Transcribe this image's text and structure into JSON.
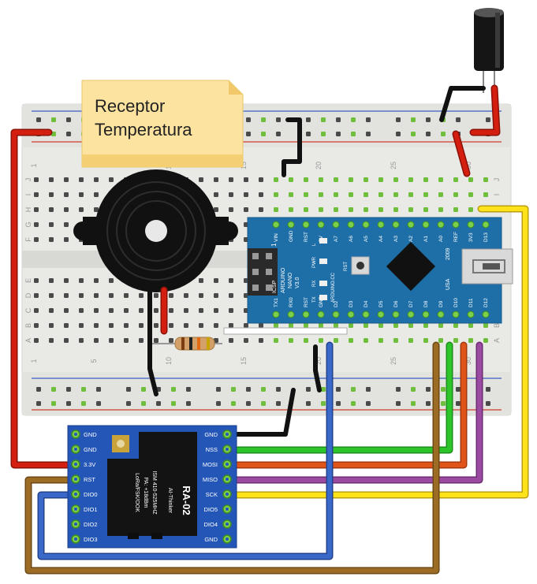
{
  "note": {
    "line1": "Receptor",
    "line2": "Temperatura"
  },
  "breadboard": {
    "column_numbers": [
      "1",
      "5",
      "10",
      "15",
      "20",
      "25",
      "30"
    ],
    "row_letters_top": [
      "J",
      "I",
      "H",
      "G",
      "F"
    ],
    "row_letters_bottom": [
      "E",
      "D",
      "C",
      "B",
      "A"
    ]
  },
  "arduino": {
    "name_lines": [
      "ARDUINO",
      "NANO",
      "V3.0"
    ],
    "site": "ARDUINO.CC",
    "year": "2009",
    "usa": "USA",
    "icsp": "ICSP",
    "one": "1",
    "top_pins": [
      "D12",
      "D11",
      "D10",
      "D9",
      "D8",
      "D7",
      "D6",
      "D5",
      "D4",
      "D3",
      "D2",
      "GND",
      "RST",
      "RX0",
      "TX1"
    ],
    "top_pins_order_note": "",
    "upper_pins": [
      "D13",
      "3V3",
      "REF",
      "A0",
      "A1",
      "A2",
      "A3",
      "A4",
      "A5",
      "A6",
      "A7",
      "5V",
      "RST",
      "GND",
      "VIN"
    ],
    "leds": [
      "L",
      "PWR",
      "TX",
      "RX"
    ],
    "rst_label": "RST"
  },
  "lora": {
    "chip_title": "RA-02",
    "chip_maker": "AI-Thinker",
    "chip_line1": "ISM 410-525MHZ",
    "chip_line2": "PA: +18dBm",
    "chip_line3": "LoRa/FSK/OOK",
    "left_pins": [
      "GND",
      "GND",
      "3.3V",
      "RST",
      "DIO0",
      "DIO1",
      "DIO2",
      "DIO3"
    ],
    "right_pins": [
      "GND",
      "NSS",
      "MOSI",
      "MISO",
      "SCK",
      "DIO5",
      "DIO4",
      "GND"
    ]
  },
  "colors": {
    "breadboard": "#e8e8e4",
    "breadboard_rail": "#e0e0dc",
    "red_line": "#d23c2c",
    "blue_line": "#3d5fc2",
    "arduino_blue": "#1e6fa8",
    "lora_blue": "#2456b8",
    "wire_red": "#d41e10",
    "wire_black": "#222222",
    "wire_yellow": "#ffe21a",
    "wire_green": "#2ec52a",
    "wire_orange": "#e0541a",
    "wire_purple": "#9a4aa0",
    "wire_blue": "#3a68c8",
    "wire_brown": "#9c6b24",
    "note_yellow": "#fde3a0"
  }
}
